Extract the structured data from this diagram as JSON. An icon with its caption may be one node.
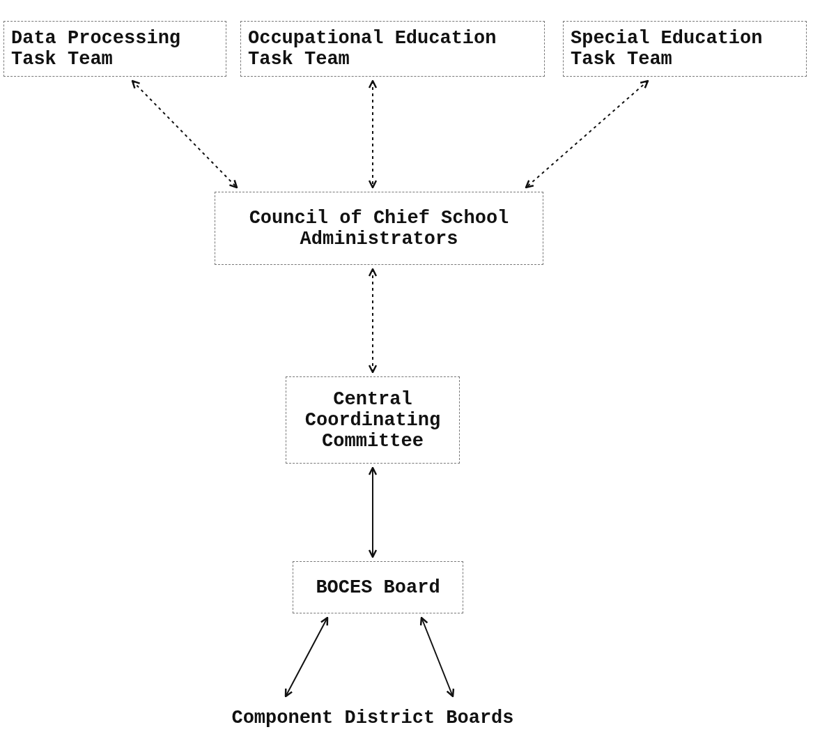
{
  "diagram": {
    "nodes": [
      {
        "text": [
          "Data Processing Task Team"
        ]
      },
      {
        "text": [
          "Occupational Education Task Team"
        ]
      },
      {
        "text": [
          "Special Education Task Team"
        ]
      },
      {
        "text": [
          "Council of Chief School Administrators"
        ]
      },
      {
        "text": [
          "Central Coordinating Committee"
        ]
      },
      {
        "text": [
          "BOCES Board"
        ]
      },
      {
        "text": [
          "Component District Boards"
        ]
      }
    ],
    "edges": [
      {
        "from": 0,
        "to": 3,
        "arrow": "both",
        "style": "dashed"
      },
      {
        "from": 1,
        "to": 3,
        "arrow": "both",
        "style": "dashed"
      },
      {
        "from": 2,
        "to": 3,
        "arrow": "both",
        "style": "dashed"
      },
      {
        "from": 3,
        "to": 4,
        "arrow": "both",
        "style": "dashed"
      },
      {
        "from": 4,
        "to": 5,
        "arrow": "both"
      },
      {
        "from": 5,
        "to": 6,
        "arrow": "both"
      },
      {
        "from": 5,
        "to": 6,
        "arrow": "both"
      }
    ]
  }
}
